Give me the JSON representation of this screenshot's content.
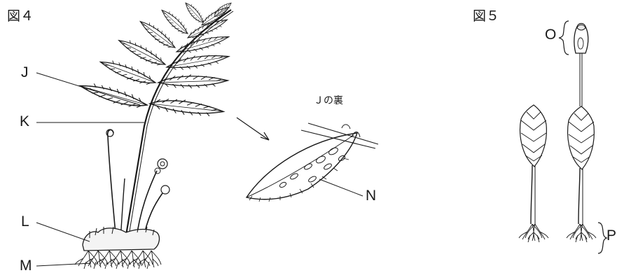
{
  "figure4": {
    "title": "図４",
    "labels": {
      "j": "J",
      "k": "K",
      "l": "L",
      "m": "M",
      "n": "N"
    },
    "caption": "Ｊの裏"
  },
  "figure5": {
    "title": "図５",
    "labels": {
      "o": "O",
      "p": "P"
    }
  }
}
